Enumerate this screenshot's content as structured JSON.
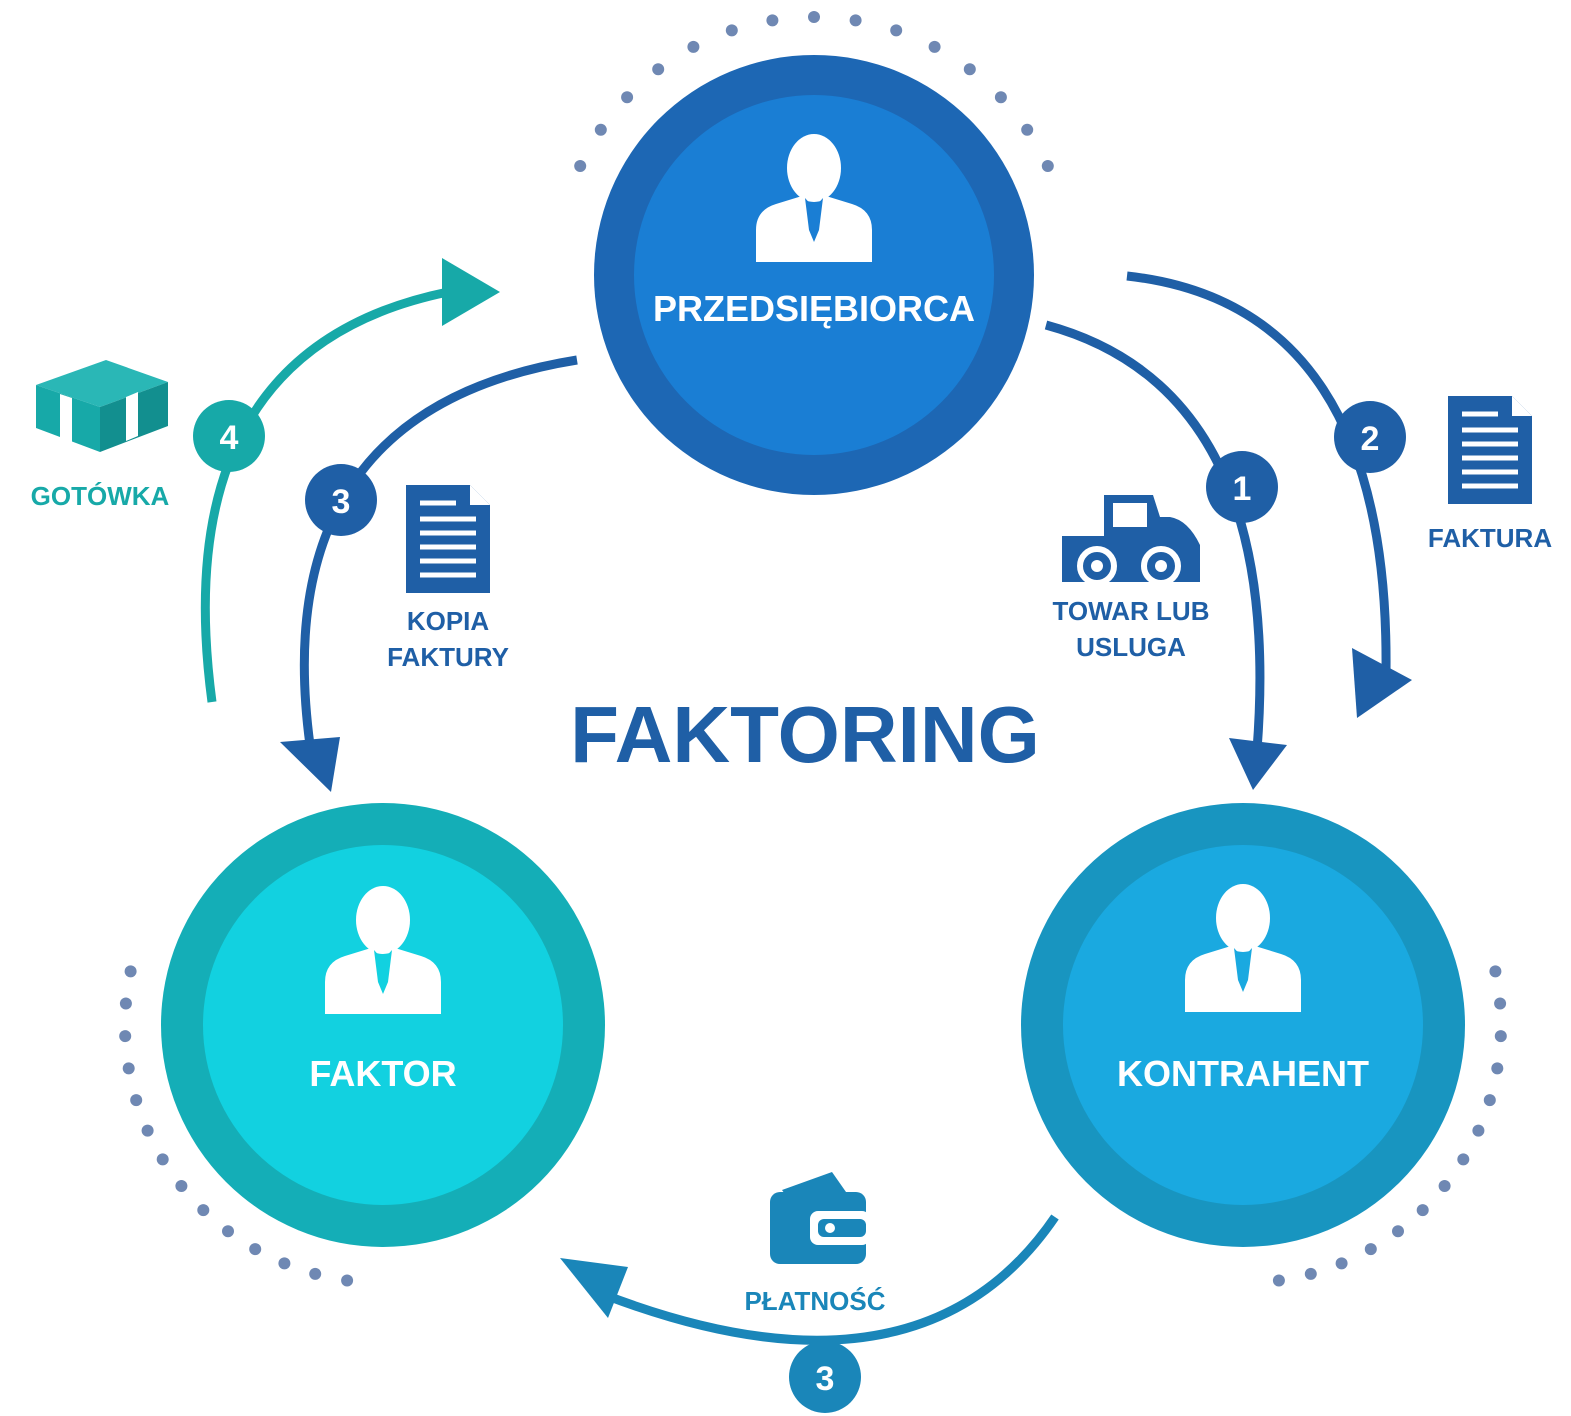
{
  "title": "FAKTORING",
  "nodes": {
    "przedsiebiorca": {
      "label": "PRZEDSIĘBIORCA"
    },
    "faktor": {
      "label": "FAKTOR"
    },
    "kontrahent": {
      "label": "KONTRAHENT"
    }
  },
  "steps": {
    "towar": {
      "number": "1",
      "line1": "TOWAR LUB",
      "line2": "USLUGA"
    },
    "faktura": {
      "number": "2",
      "label": "FAKTURA"
    },
    "kopia": {
      "number": "3",
      "line1": "KOPIA",
      "line2": "FAKTURY"
    },
    "platnosc": {
      "number": "3",
      "label": "PŁATNOŚĆ"
    },
    "gotowka": {
      "number": "4",
      "label": "GOTÓWKA"
    }
  },
  "colors": {
    "navy": "#1f5fa6",
    "blue_ring": "#1d67b4",
    "blue_inner": "#1a7ed4",
    "teal_ring": "#14aeb7",
    "teal_inner": "#12d1e0",
    "sky_ring": "#1895c0",
    "sky_inner": "#1aa9e0",
    "teal_arrow": "#17a9a8",
    "platnosc_arrow": "#1a86b9",
    "dots": "#6f88b3"
  }
}
